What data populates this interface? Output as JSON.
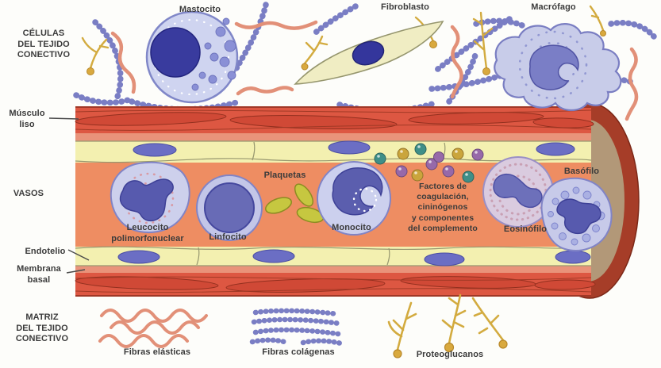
{
  "section_labels": {
    "celulas": "CÉLULAS\nDEL TEJIDO\nCONECTIVO",
    "vasos": "VASOS",
    "matriz": "MATRIZ\nDEL TEJIDO\nCONECTIVO"
  },
  "cell_labels": {
    "mastocito": "Mastocito",
    "fibroblasto": "Fibroblasto",
    "macrofago": "Macrófago",
    "leucocito": "Leucocito\npolimorfonuclear",
    "linfocito": "Linfocito",
    "plaquetas": "Plaquetas",
    "monocito": "Monocito",
    "factores": "Factores de\ncoagulación,\ncininógenos\ny componentes\ndel complemento",
    "eosinofilo": "Eosinófilo",
    "basofilo": "Basófilo"
  },
  "structure_labels": {
    "musculo_liso": "Músculo\nliso",
    "endotelio": "Endotelio",
    "membrana_basal": "Membrana\nbasal"
  },
  "matrix_labels": {
    "fibras_elasticas": "Fibras elásticas",
    "fibras_colagenas": "Fibras colágenas",
    "proteoglucanos": "Proteoglucanos"
  },
  "colors": {
    "muscle_red": "#dd5742",
    "membrane_pink": "#e9937a",
    "endothelium_cream": "#f3f0b0",
    "lumen_orange": "#ee8d62",
    "vessel_cap_rim": "#a63d28",
    "vessel_cap_inner": "#b29878",
    "collagen_blue": "#7a7ec4",
    "elastic_salmon": "#e29078",
    "proteoglycan_gold": "#d3ab3f",
    "cell_body_lavender": "#cdd0ec",
    "nucleus_blue": "#575aae",
    "platelet_olive": "#c6c740",
    "factor_teal": "#3f8f88",
    "factor_gold": "#caa53c",
    "factor_purple": "#9769a9",
    "label_text": "#3b3b3b"
  }
}
